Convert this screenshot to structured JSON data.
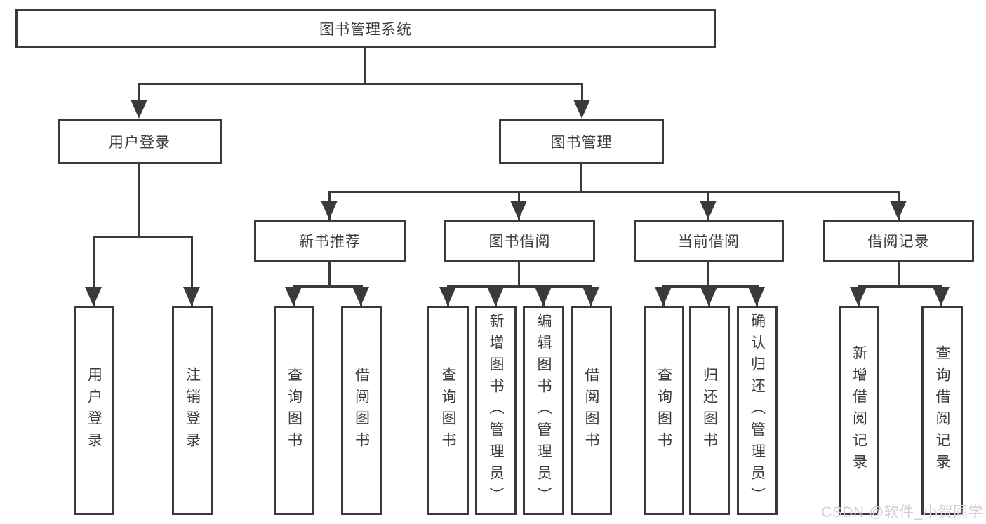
{
  "diagram": {
    "type": "tree",
    "root": {
      "label": "图书管理系统"
    },
    "level2": [
      {
        "label": "用户登录"
      },
      {
        "label": "图书管理"
      }
    ],
    "level3": [
      {
        "label": "新书推荐"
      },
      {
        "label": "图书借阅"
      },
      {
        "label": "当前借阅"
      },
      {
        "label": "借阅记录"
      }
    ],
    "leaves_user_login": [
      {
        "label": "用户登录"
      },
      {
        "label": "注销登录"
      }
    ],
    "leaves_new_book": [
      {
        "label": "查询图书"
      },
      {
        "label": "借阅图书"
      }
    ],
    "leaves_book_borrow": [
      {
        "label": "查询图书"
      },
      {
        "label": "新增图书（管理员）"
      },
      {
        "label": "编辑图书（管理员）"
      },
      {
        "label": "借阅图书"
      }
    ],
    "leaves_current_borrow": [
      {
        "label": "查询图书"
      },
      {
        "label": "归还图书"
      },
      {
        "label": "确认归还（管理员）"
      }
    ],
    "leaves_borrow_records": [
      {
        "label": "新增借阅记录"
      },
      {
        "label": "查询借阅记录"
      }
    ]
  },
  "watermark": {
    "text": "CSDN @软件_小贺同学"
  },
  "colors": {
    "line": "#3a3a3a",
    "text": "#3d3d3d",
    "watermark": "#d6ced1",
    "background": "#ffffff"
  }
}
